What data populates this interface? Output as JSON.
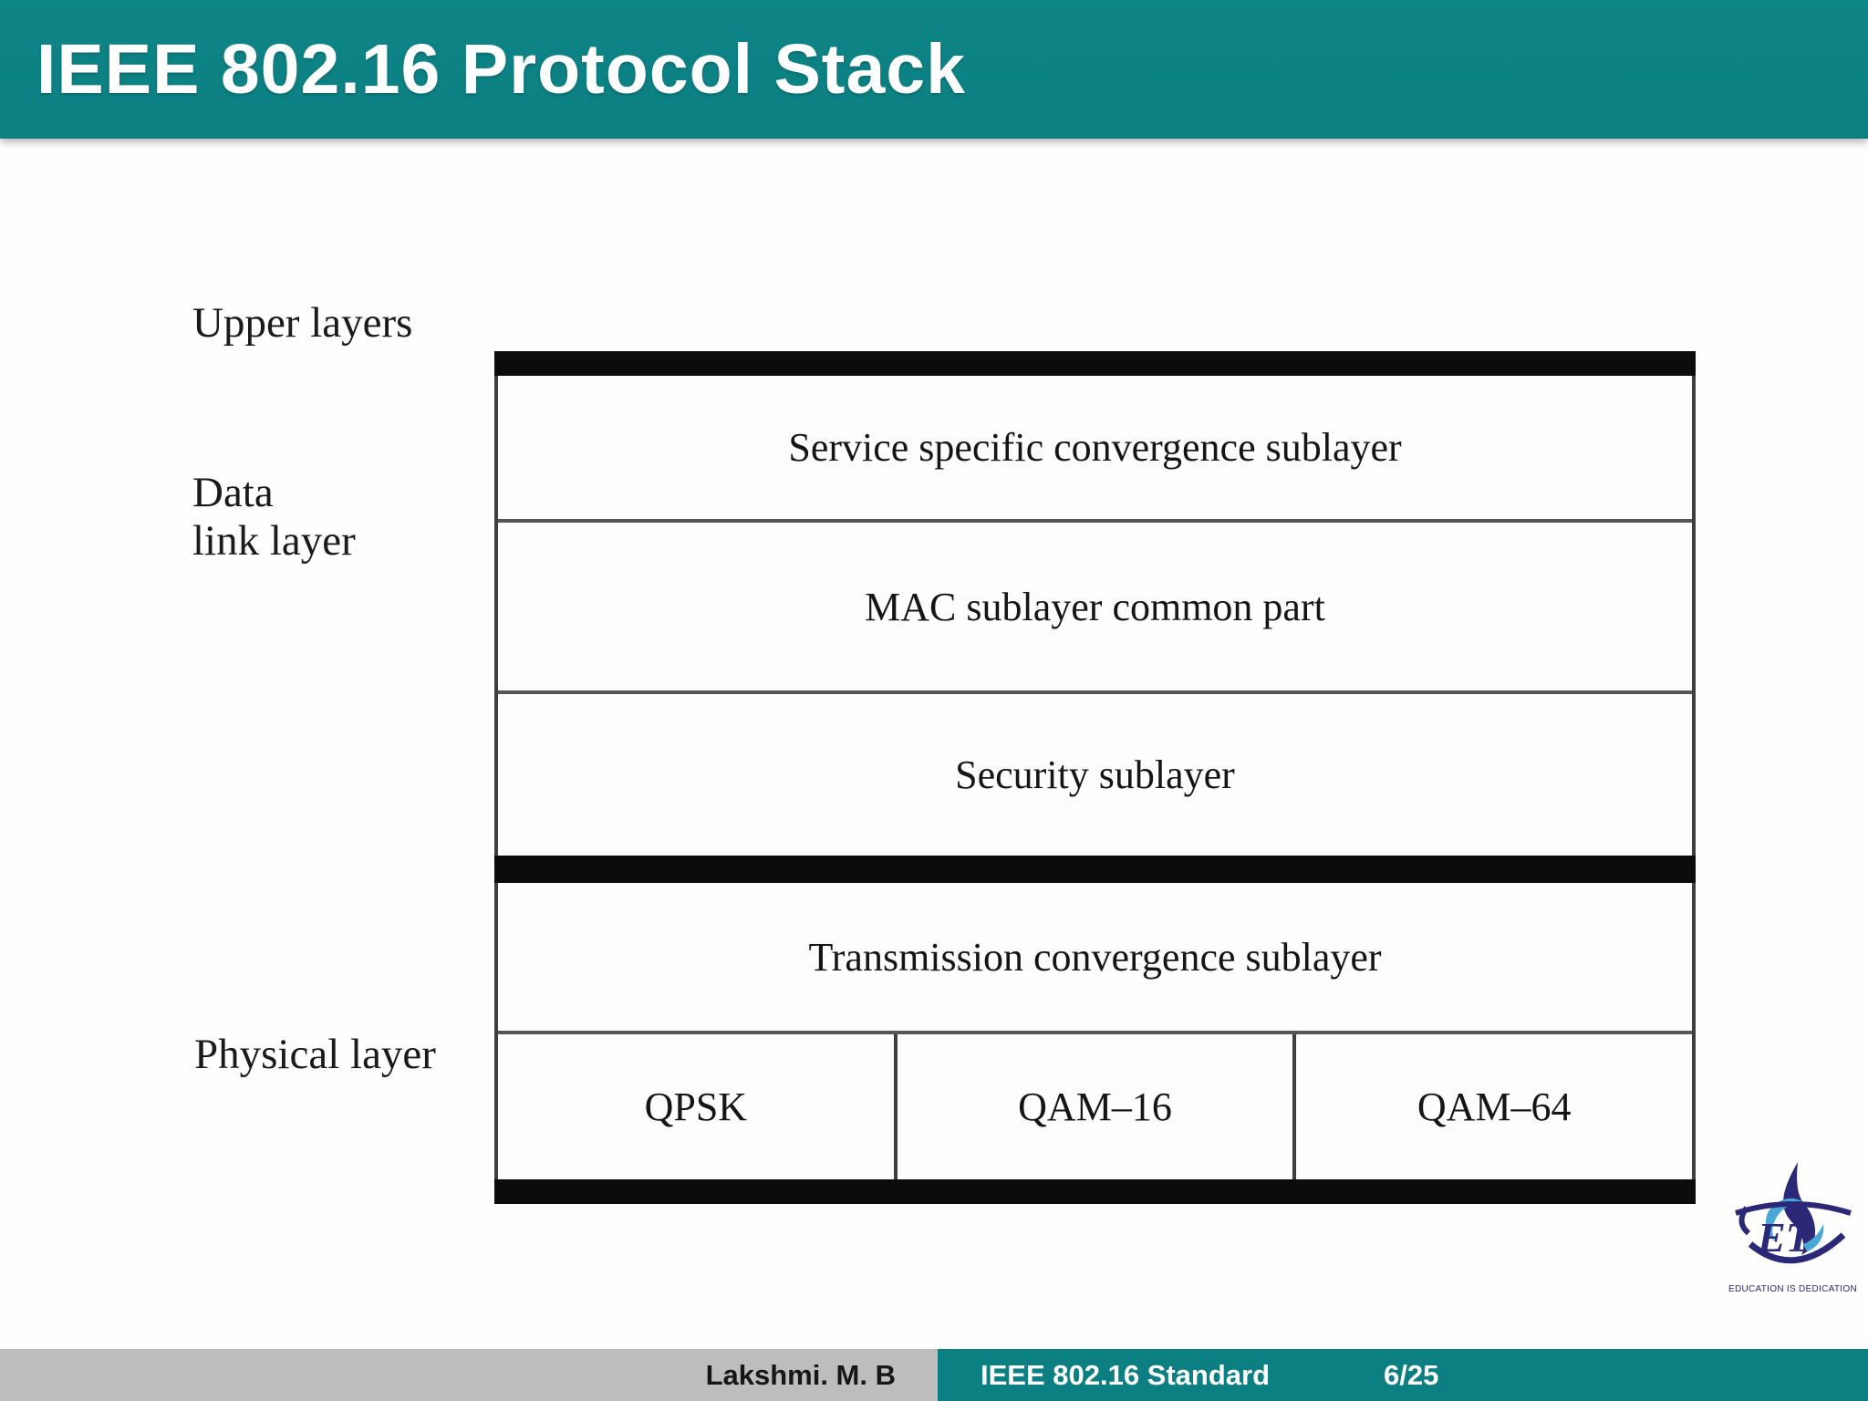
{
  "header": {
    "title": "IEEE 802.16 Protocol Stack"
  },
  "diagram": {
    "side_labels": {
      "upper": "Upper layers",
      "datalink_line1": "Data",
      "datalink_line2": "link layer",
      "physical": "Physical layer"
    },
    "rows": [
      "Service specific convergence sublayer",
      "MAC sublayer common part",
      "Security sublayer",
      "Transmission convergence sublayer"
    ],
    "modulations": [
      "QPSK",
      "QAM–16",
      "QAM–64"
    ]
  },
  "logo": {
    "letters": "ET",
    "tagline": "EDUCATION IS DEDICATION"
  },
  "footer": {
    "author": "Lakshmi. M. B",
    "deck_title": "IEEE 802.16 Standard",
    "page": "6/25"
  },
  "colors": {
    "teal": "#0c7f82",
    "footer_gray": "#bdbdbd",
    "bar_black": "#0c0c0c",
    "border_gray": "#3f3f3f",
    "logo_navy": "#2b2878",
    "logo_blue": "#4aa8d8"
  }
}
